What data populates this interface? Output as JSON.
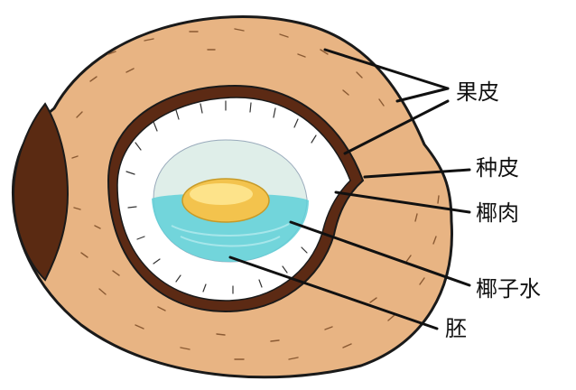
{
  "labels": {
    "pericarp": "果皮",
    "seed_coat": "种皮",
    "coconut_meat": "椰肉",
    "coconut_water": "椰子水",
    "embryo": "胚"
  },
  "colors": {
    "husk": "#e8b483",
    "husk_stroke": "#1a1a1a",
    "husk_end": "#5a2a12",
    "seed_coat": "#5c2a14",
    "meat": "#ffffff",
    "meat_shadow": "#cfe6ea",
    "cavity": "#dfeee9",
    "water": "#5fd0d8",
    "water_light": "#a6e6ea",
    "embryo": "#f3c34d",
    "embryo_light": "#fde38a",
    "leader": "#111111"
  }
}
